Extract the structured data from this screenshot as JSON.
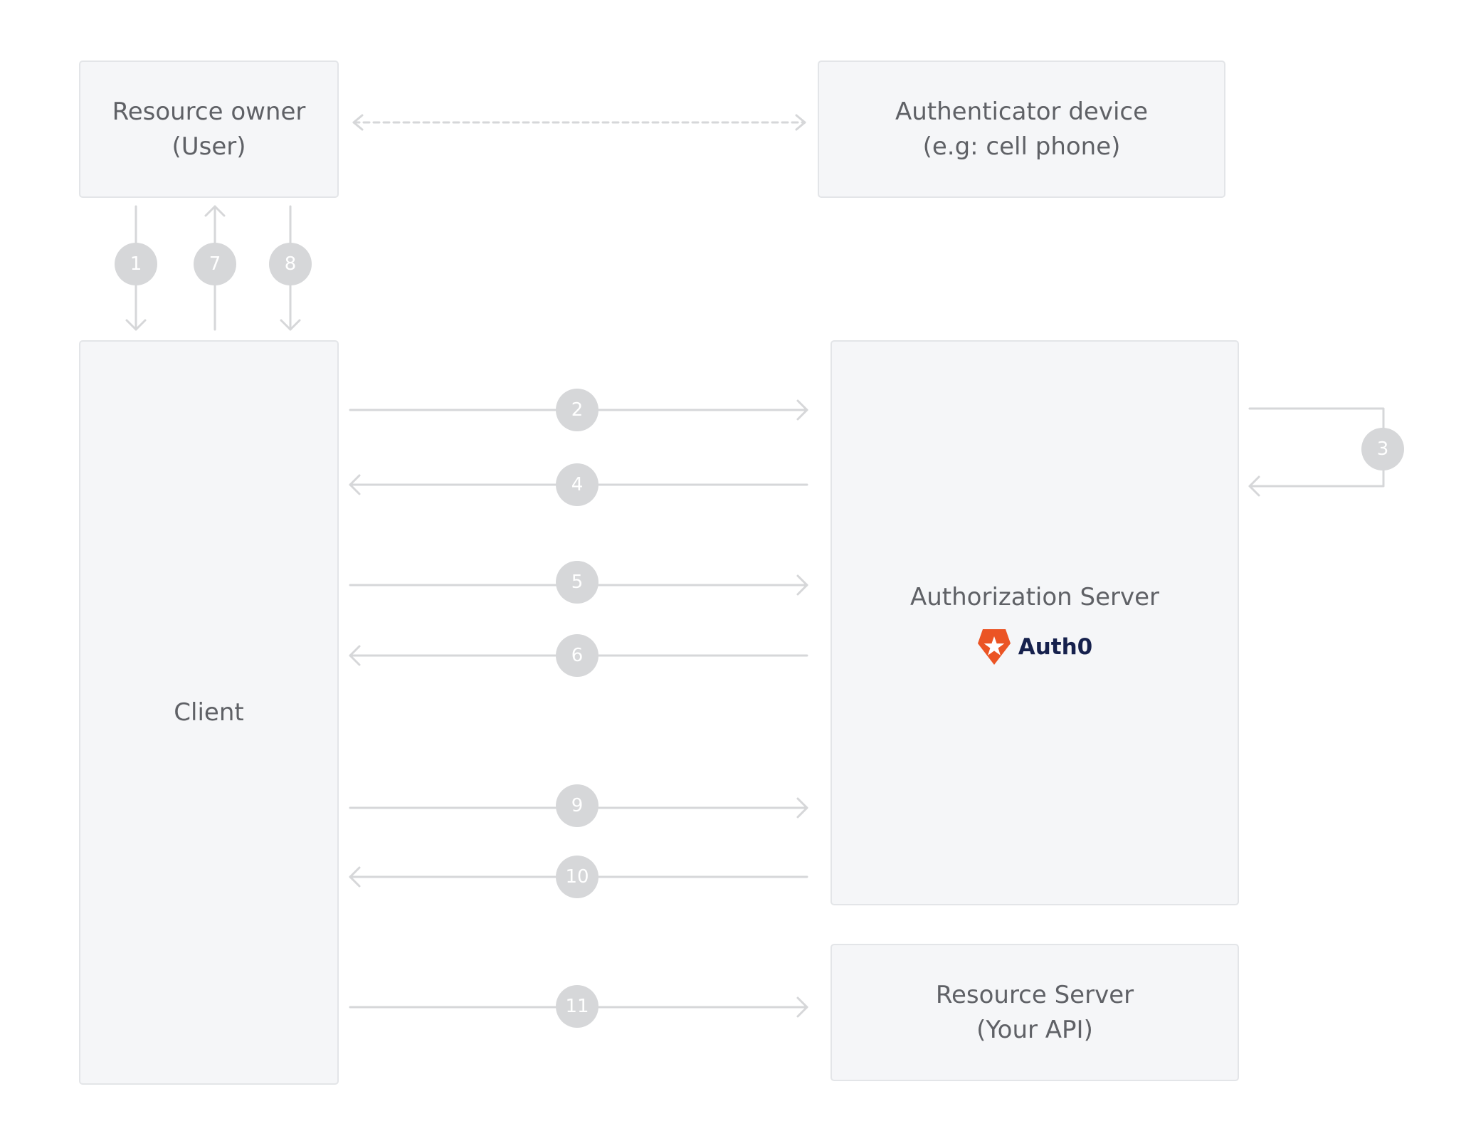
{
  "resource_owner": {
    "line1": "Resource owner",
    "line2": "(User)"
  },
  "authenticator_device": {
    "line1": "Authenticator device",
    "line2": "(e.g: cell phone)"
  },
  "client": {
    "label": "Client"
  },
  "authorization_server": {
    "label": "Authorization Server",
    "brand": "Auth0",
    "brand_color": "#eb5424"
  },
  "resource_server": {
    "line1": "Resource Server",
    "line2": "(Your API)"
  },
  "steps": [
    "1",
    "2",
    "3",
    "4",
    "5",
    "6",
    "7",
    "8",
    "9",
    "10",
    "11"
  ],
  "colors": {
    "arrow": "#d6d7d9",
    "badge": "#d6d7d9",
    "box_fill": "#f5f6f8",
    "box_border": "#e3e5e8",
    "text": "#5f6166"
  }
}
